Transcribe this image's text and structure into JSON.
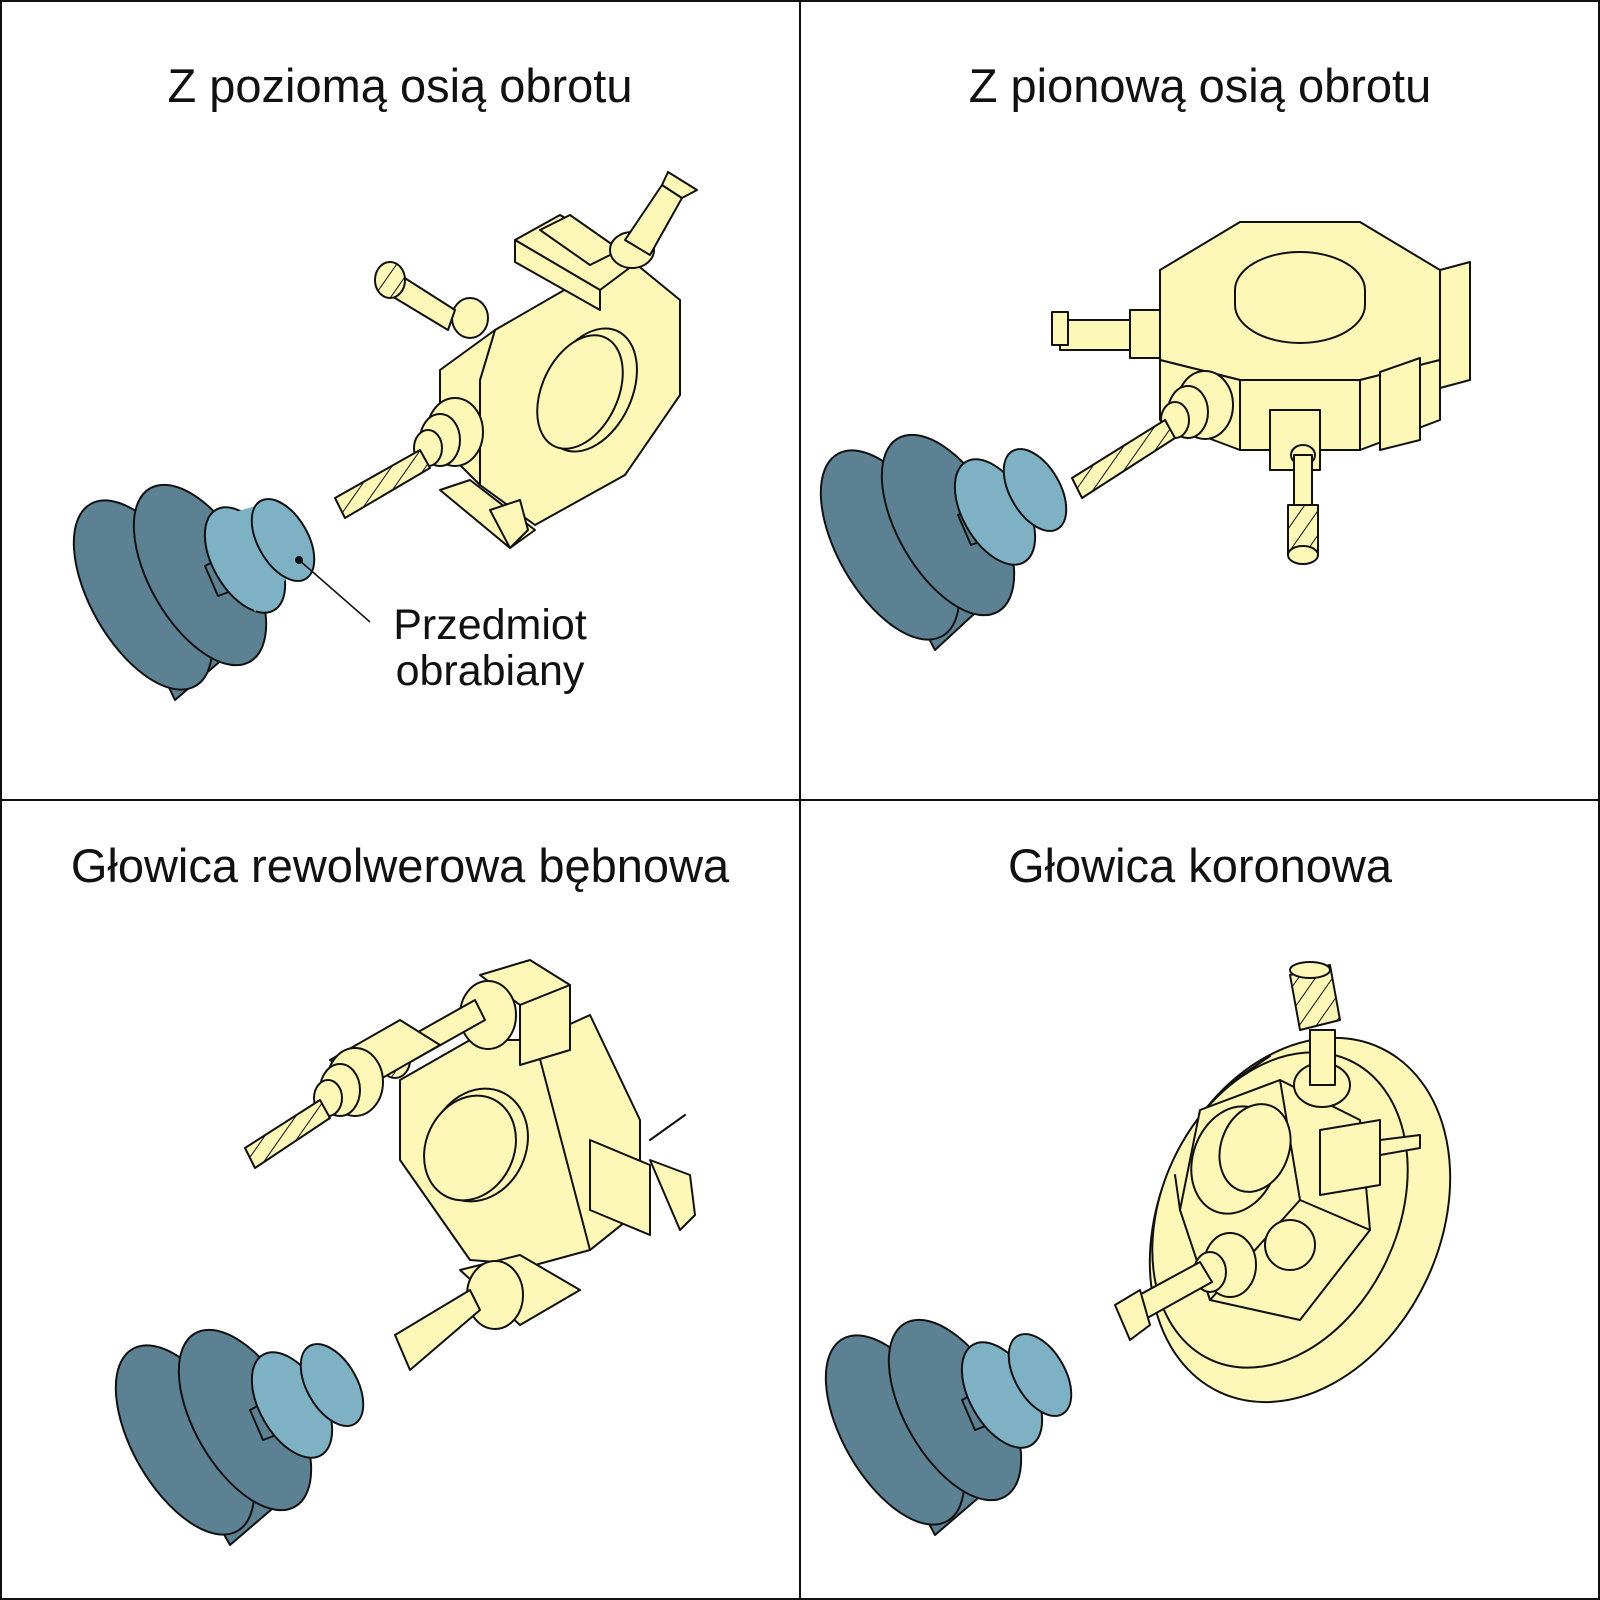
{
  "panels": [
    {
      "title": "Z poziomą osią obrotu"
    },
    {
      "title": "Z pionową osią obrotu"
    },
    {
      "title": "Głowica rewolwerowa bębnowa"
    },
    {
      "title": "Głowica koronowa"
    }
  ],
  "workpiece_label": {
    "line1": "Przedmiot",
    "line2": "obrabiany"
  },
  "colors": {
    "chuck_dark": "#5b8192",
    "workpiece_light": "#7eb1c4",
    "turret": "#fdf7b8",
    "outline": "#111111",
    "background": "#ffffff"
  },
  "icons": [
    "chuck-icon",
    "workpiece-icon",
    "turret-head-icon",
    "drill-icon",
    "cutting-tool-icon"
  ]
}
